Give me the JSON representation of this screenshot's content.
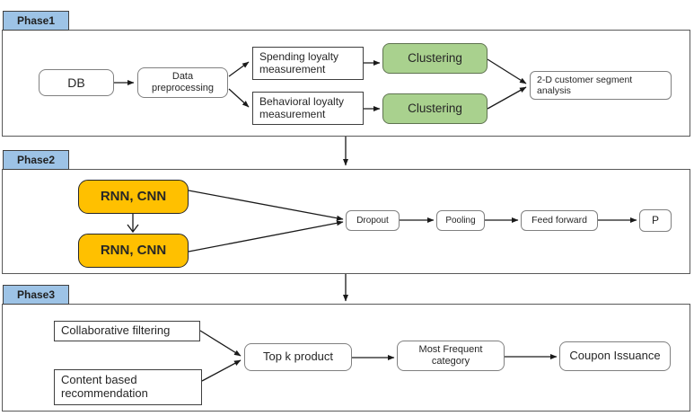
{
  "colors": {
    "tab_fill": "#9DC3E6",
    "clustering_fill": "#A9D18E",
    "rnn_fill": "#FFC000",
    "box_border_gray": "#808080",
    "box_border_dark": "#3f3f3f",
    "arrow": "#1a1a1a"
  },
  "phase1": {
    "tab": "Phase1",
    "db": "DB",
    "preprocessing": "Data preprocessing",
    "spending": "Spending loyalty measurement",
    "behavioral": "Behavioral loyalty measurement",
    "clustering_top": "Clustering",
    "clustering_bottom": "Clustering",
    "segment": "2-D customer segment analysis"
  },
  "phase2": {
    "tab": "Phase2",
    "rnn_top": "RNN, CNN",
    "rnn_bottom": "RNN, CNN",
    "dropout": "Dropout",
    "pooling": "Pooling",
    "feedforward": "Feed forward",
    "p": "P"
  },
  "phase3": {
    "tab": "Phase3",
    "collaborative": "Collaborative filtering",
    "content_based": "Content based recommendation",
    "topk": "Top k product",
    "most_frequent": "Most Frequent category",
    "coupon": "Coupon Issuance"
  }
}
